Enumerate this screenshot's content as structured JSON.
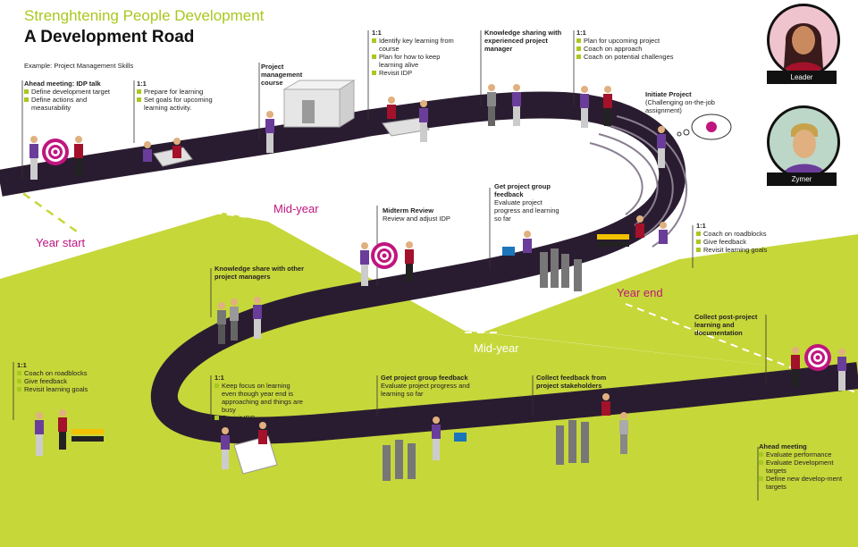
{
  "header": {
    "title": "Strenghtening People Development",
    "subtitle": "A Development Road",
    "example": "Example: Project Management Skills"
  },
  "seasons": {
    "year_start": "Year start",
    "mid_year_top": "Mid-year",
    "mid_year_bottom": "Mid-year",
    "year_end": "Year end"
  },
  "roles": {
    "leader": "Leader",
    "employee": "Zymer"
  },
  "colors": {
    "road": "#2a1c30",
    "green": "#c6d73a",
    "magenta": "#c0157f",
    "purple": "#6a3d9a",
    "red": "#a3112a"
  },
  "steps": {
    "s1": {
      "heading": "Ahead meeting: IDP talk",
      "bullets": [
        "Define development target",
        "Define actions and measurability"
      ]
    },
    "s2": {
      "heading": "1:1",
      "bullets": [
        "Prepare for learning",
        "Set goals for upcoming learning activity."
      ]
    },
    "s3": {
      "heading": "Project management course"
    },
    "s4": {
      "heading": "1:1",
      "bullets": [
        "Identify key learning from course",
        "Plan for how to keep learning alive",
        "Revisit IDP"
      ]
    },
    "s5": {
      "heading": "Knowledge sharing with experienced project manager"
    },
    "s6": {
      "heading": "1:1",
      "bullets": [
        "Plan for upcoming project",
        "Coach on approach",
        "Coach on potential challenges"
      ]
    },
    "s7": {
      "heading": "Initiate Project",
      "body": "(Challenging on-the-job assignment)"
    },
    "s8": {
      "heading": "Midterm Review",
      "body": "Review and adjust IDP"
    },
    "s9": {
      "heading": "Get project group feedback",
      "body": "Evaluate project progress and learning so far"
    },
    "s10": {
      "heading": "1:1",
      "bullets": [
        "Coach on roadblocks",
        "Give feedback",
        "Revisit learning goals"
      ]
    },
    "s11": {
      "heading": "Knowledge share with other project managers"
    },
    "s12": {
      "heading": "1:1",
      "bullets": [
        "Coach on roadblocks",
        "Give feedback",
        "Revisit learning goals"
      ]
    },
    "s13": {
      "heading": "1:1",
      "bullets": [
        "Keep focus on learning even though year end is approaching and things are busy",
        "Revisit IDP"
      ]
    },
    "s14": {
      "heading": "Get project group feedback",
      "body": "Evaluate project progress and learning so far"
    },
    "s15": {
      "heading": "Collect feedback from project stakeholders"
    },
    "s16": {
      "heading": "Collect post-project learning and documentation"
    },
    "s17": {
      "heading": "Ahead meeting",
      "bullets": [
        "Evaluate performance",
        "Evaluate Development targets",
        "Define new develop-ment targets"
      ]
    }
  }
}
